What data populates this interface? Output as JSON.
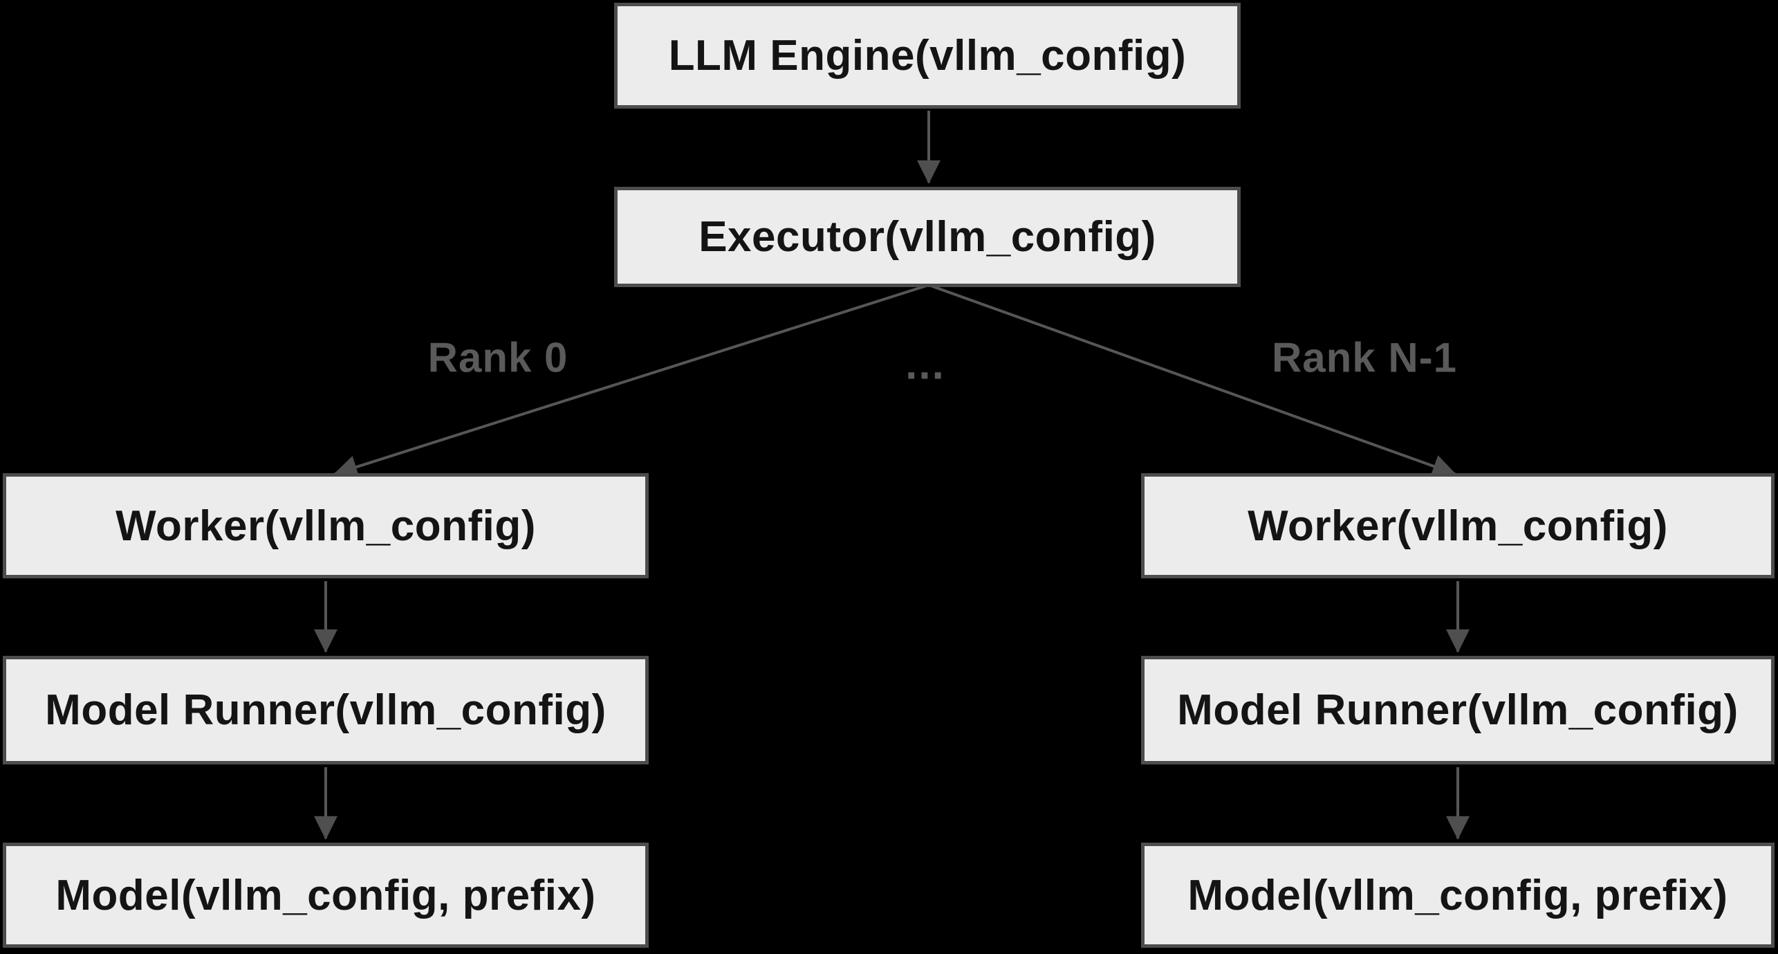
{
  "diagram": {
    "nodes": {
      "llm_engine": {
        "label": "LLM Engine(vllm_config)"
      },
      "executor": {
        "label": "Executor(vllm_config)"
      },
      "worker_left": {
        "label": "Worker(vllm_config)"
      },
      "worker_right": {
        "label": "Worker(vllm_config)"
      },
      "model_runner_left": {
        "label": "Model Runner(vllm_config)"
      },
      "model_runner_right": {
        "label": "Model Runner(vllm_config)"
      },
      "model_left": {
        "label": "Model(vllm_config, prefix)"
      },
      "model_right": {
        "label": "Model(vllm_config, prefix)"
      }
    },
    "edge_labels": {
      "rank_0": "Rank 0",
      "ellipsis": "...",
      "rank_n_minus_1": "Rank N-1"
    },
    "colors": {
      "background": "#000000",
      "node_fill": "#ececec",
      "node_border": "#4d4d4d",
      "node_text": "#141414",
      "edge": "#565656",
      "edge_label": "#5a5a5a"
    }
  }
}
